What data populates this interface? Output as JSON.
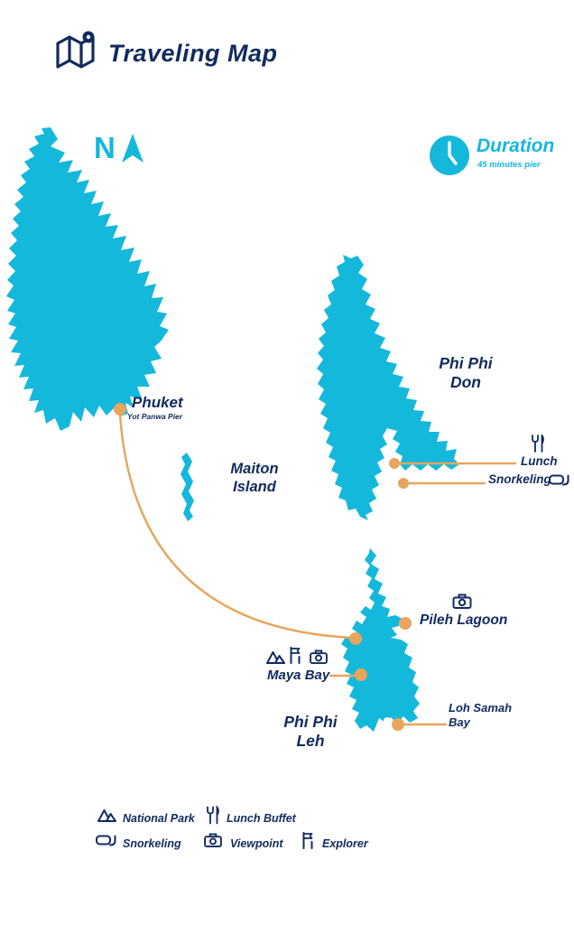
{
  "header": {
    "title": "Traveling Map"
  },
  "north_label": "N",
  "duration": {
    "title": "Duration",
    "subtitle": "45 minutes pier"
  },
  "places": {
    "phuket": {
      "name": "Phuket",
      "pier": "Yot Panwa Pier"
    },
    "maiton": {
      "line1": "Maiton",
      "line2": "Island"
    },
    "phi_phi_don": {
      "line1": "Phi Phi",
      "line2": "Don"
    },
    "phi_phi_leh": {
      "line1": "Phi Phi",
      "line2": "Leh"
    },
    "pileh_lagoon": {
      "name": "Pileh Lagoon"
    },
    "maya_bay": {
      "name": "Maya Bay"
    },
    "loh_samah": {
      "line1": "Loh Samah",
      "line2": "Bay"
    },
    "lunch": {
      "name": "Lunch"
    },
    "snorkeling": {
      "name": "Snorkeling"
    }
  },
  "legend": {
    "items": [
      {
        "icon": "national-park-icon",
        "label": "National Park"
      },
      {
        "icon": "lunch-buffet-icon",
        "label": "Lunch Buffet"
      },
      {
        "icon": "snorkeling-icon",
        "label": "Snorkeling"
      },
      {
        "icon": "viewpoint-icon",
        "label": "Viewpoint"
      },
      {
        "icon": "explorer-icon",
        "label": "Explorer"
      }
    ]
  },
  "colors": {
    "island": "#14B8DB",
    "navy": "#112A5E",
    "orange": "#E8A55D",
    "cyan": "#14B8DB"
  }
}
